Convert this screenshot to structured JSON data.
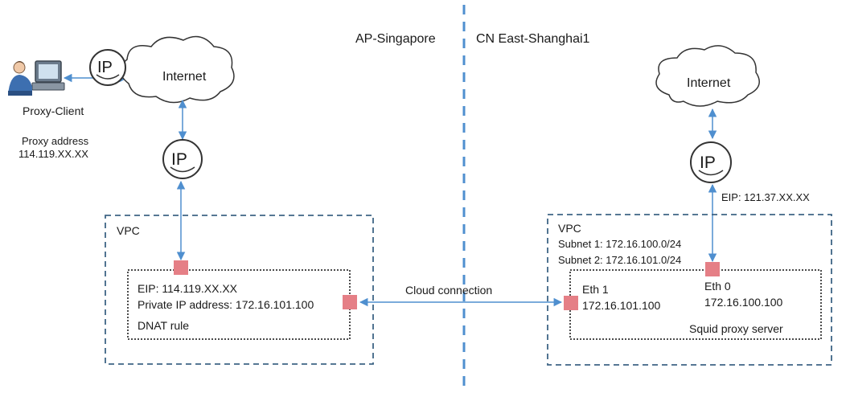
{
  "regions": {
    "left": "AP-Singapore",
    "right": "CN East-Shanghai1"
  },
  "left": {
    "client_label": "Proxy-Client",
    "proxy_address_label": "Proxy address",
    "proxy_address_value": "114.119.XX.XX",
    "internet_label": "Internet",
    "ip_icon_text": "IP",
    "vpc_label": "VPC",
    "nat": {
      "eip": "EIP: 114.119.XX.XX",
      "private_ip": "Private IP address: 172.16.101.100",
      "rule": "DNAT rule"
    }
  },
  "connection_label": "Cloud connection",
  "right": {
    "internet_label": "Internet",
    "ip_icon_text": "IP",
    "eip_label": "EIP: 121.37.XX.XX",
    "vpc_label": "VPC",
    "subnet1": "Subnet 1: 172.16.100.0/24",
    "subnet2": "Subnet 2: 172.16.101.0/24",
    "eth1_name": "Eth 1",
    "eth1_ip": "172.16.101.100",
    "eth0_name": "Eth 0",
    "eth0_ip": "172.16.100.100",
    "server_label": "Squid proxy server"
  },
  "colors": {
    "link": "#4f8fcf",
    "divider": "#4f8fcf",
    "vpc_border": "#3e6485",
    "port": "#e57f86",
    "icon_stroke": "#444444"
  }
}
